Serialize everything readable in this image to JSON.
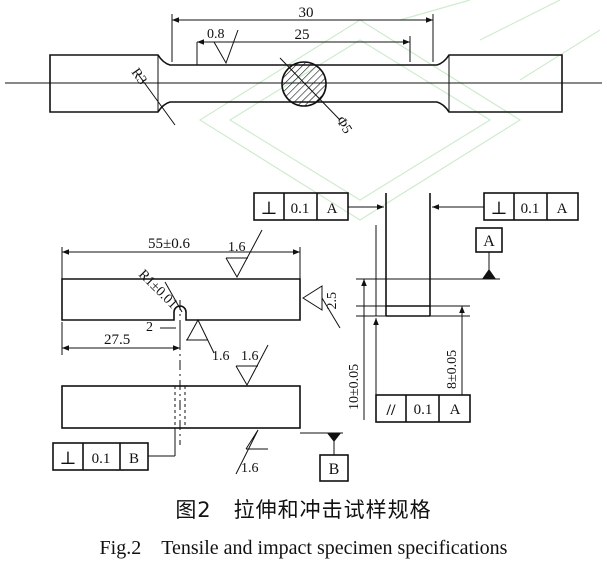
{
  "tensile": {
    "dim_total": "30",
    "dim_gauge": "25",
    "roughness": "0.8",
    "radius": "R3",
    "diameter": "Φ5"
  },
  "impact": {
    "length": "55±0.6",
    "notch_radius": "R1±0.01",
    "notch_depth": "2",
    "half_length": "27.5",
    "width": "10±0.05",
    "ligament": "8±0.05",
    "notch_width": "2.5",
    "roughness": [
      "1.6",
      "1.6",
      "1.6",
      "1.6"
    ],
    "tol_top_left": {
      "symbol": "⊥",
      "value": "0.1",
      "datum": "A"
    },
    "tol_top_right": {
      "symbol": "⊥",
      "value": "0.1",
      "datum": "A"
    },
    "tol_bottom_left": {
      "symbol": "⊥",
      "value": "0.1",
      "datum": "B"
    },
    "tol_parallel": {
      "symbol": "//",
      "value": "0.1",
      "datum": "A"
    },
    "datum_a": "A",
    "datum_b": "B"
  },
  "caption": {
    "cn": "图2　拉伸和冲击试样规格",
    "en": "Fig.2　Tensile and impact specimen specifications"
  }
}
